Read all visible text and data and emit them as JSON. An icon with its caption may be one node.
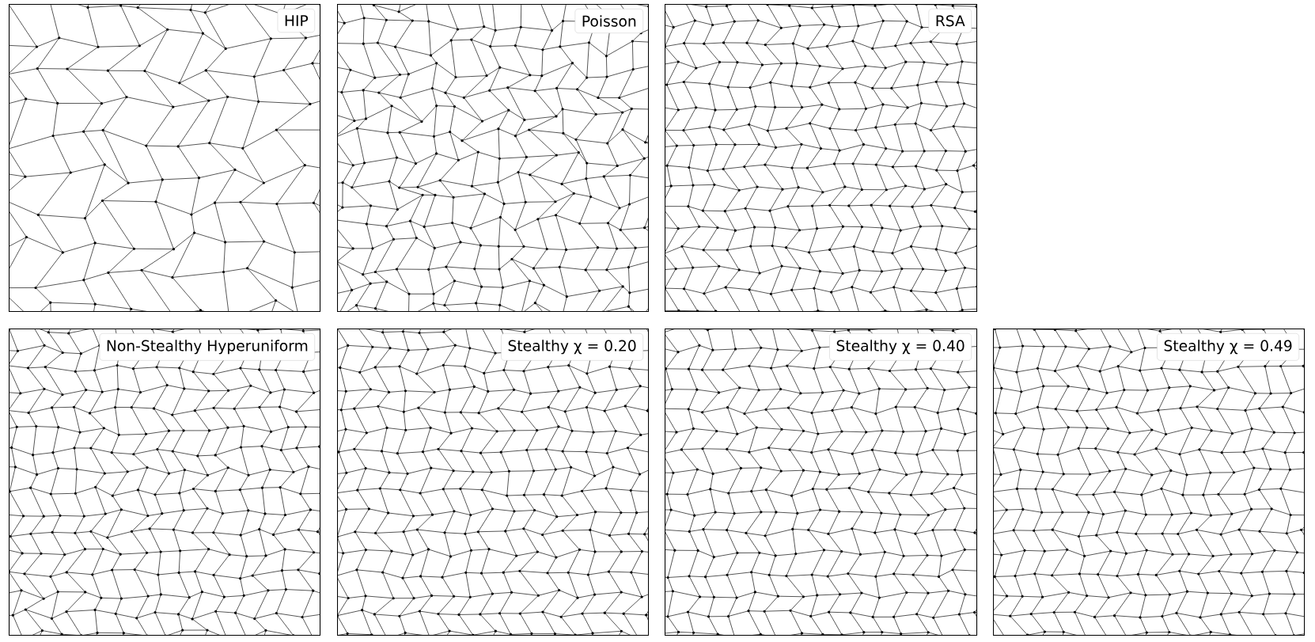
{
  "diagram": {
    "nodes": [
      {
        "text": [
          "HIP"
        ]
      },
      {
        "text": [
          "Poisson"
        ]
      },
      {
        "text": [
          "RSA"
        ]
      },
      {
        "text": [
          "Non-Stealthy Hyperuniform"
        ]
      },
      {
        "text": [
          "Stealthy χ = 0.20"
        ]
      },
      {
        "text": [
          "Stealthy χ = 0.40"
        ]
      },
      {
        "text": [
          "Stealthy χ = 0.49"
        ]
      }
    ]
  }
}
